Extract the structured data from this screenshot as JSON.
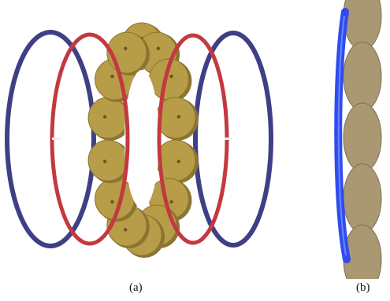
{
  "figure": {
    "panels": [
      {
        "label": "(a)",
        "components": {
          "outer_coils": {
            "count": 2,
            "color": "#3f3f86"
          },
          "inner_coils": {
            "count": 2,
            "color": "#c2393f",
            "gap_mark_color": "#f2f2f2"
          },
          "segmented_ring": {
            "segment_count": 14,
            "color": "#b79d48",
            "shadow_color": "#8c7531",
            "dot_color": "#6b5420"
          }
        }
      },
      {
        "label": "(b)",
        "components": {
          "side_view_band": {
            "color": "#2f4cf0",
            "highlight": "#6d85ff"
          },
          "side_view_segments": {
            "count": 5,
            "color": "#aa9873",
            "shadow_color": "#7f6e55"
          }
        }
      }
    ]
  }
}
